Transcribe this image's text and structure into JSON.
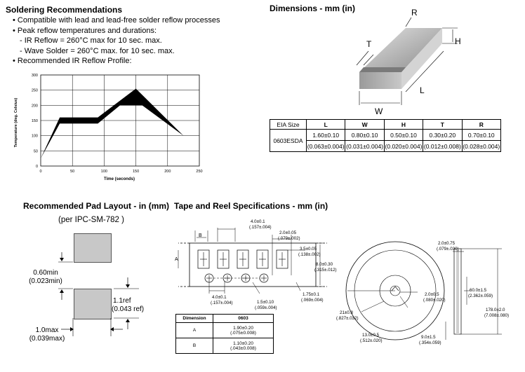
{
  "soldering": {
    "title": "Soldering Recommendations",
    "bullets": [
      "•  Compatible with lead and lead-free solder reflow processes",
      "•  Peak reflow temperatures and durations:",
      "    - IR Reflow = 260°C max for 10 sec. max.",
      "    - Wave Solder = 260°C max. for 10 sec. max.",
      "•  Recommended IR Reflow Profile:"
    ]
  },
  "chart_data": {
    "type": "area",
    "xlabel": "Time (seconds)",
    "ylabel": "Temperature (deg. Celsius)",
    "xlim": [
      0,
      250
    ],
    "ylim": [
      0,
      300
    ],
    "x_ticks": [
      "0",
      "50",
      "100",
      "150",
      "200",
      "250"
    ],
    "y_ticks": [
      "0",
      "50",
      "100",
      "150",
      "200",
      "250",
      "300"
    ],
    "upper_profile": [
      [
        0,
        25
      ],
      [
        30,
        160
      ],
      [
        90,
        160
      ],
      [
        150,
        255
      ],
      [
        225,
        100
      ]
    ],
    "lower_profile": [
      [
        0,
        25
      ],
      [
        30,
        140
      ],
      [
        90,
        140
      ],
      [
        125,
        200
      ],
      [
        160,
        200
      ],
      [
        225,
        100
      ]
    ]
  },
  "dimensions": {
    "title": "Dimensions - mm (in)",
    "labels": {
      "R": "R",
      "T": "T",
      "H": "H",
      "L": "L",
      "W": "W"
    },
    "table": {
      "headers": [
        "EIA Size",
        "L",
        "W",
        "H",
        "T",
        "R"
      ],
      "size": "0603ESDA",
      "metric": [
        "1.60±0.10",
        "0.80±0.10",
        "0.50±0.10",
        "0.30±0.20",
        "0.70±0.10"
      ],
      "inch": [
        "(0.063±0.004)",
        "(0.031±0.004)",
        "(0.020±0.004)",
        "(0.012±0.008)",
        "(0.028±0.004)"
      ]
    }
  },
  "pad": {
    "title": "Recommended Pad Layout - in (mm)",
    "subtitle": "(per IPC-SM-782 )",
    "gap_mm": "0.60min",
    "gap_in": "(0.023min)",
    "ref_mm": "1.1ref",
    "ref_in": "(0.043 ref)",
    "width_mm": "1.0max",
    "width_in": "(0.039max)"
  },
  "tape": {
    "title": "Tape and Reel Specifications - mm (in)",
    "labels": {
      "A": "A",
      "B": "B",
      "d1": "4.0±0.1",
      "d1i": "(.157±.004)",
      "d2": "2.0±0.05",
      "d2i": "(.079±.002)",
      "d3": "3.5±0.05",
      "d3i": "(.138±.002)",
      "d4": "8.0±0.30",
      "d4i": "(.315±.012)",
      "d5": "1.75±0.1",
      "d5i": "(.069±.004)",
      "d6": "4.0±0.1",
      "d6i": "(.157±.004)",
      "d7": "1.5±0.10",
      "d7i": "(.059±.004)"
    },
    "table": {
      "headers": [
        "Dimension",
        "0603"
      ],
      "rows": [
        {
          "dim": "A",
          "v": "1.90±0.20",
          "vi": "(.075±0.008)"
        },
        {
          "dim": "B",
          "v": "1.10±0.20",
          "vi": "(.043±0.008)"
        }
      ]
    }
  },
  "reel": {
    "r1": "2.0±0.75",
    "r1i": "(.079±.030)",
    "r2": "60.0±1.5",
    "r2i": "(2.362±.059)",
    "r3": "178.0±2.0",
    "r3i": "(7.008±.080)",
    "r4": "2.0±0.5",
    "r4i": "(.080±.020)",
    "r5": "21±0.8",
    "r5i": "(.827±.032)",
    "r6": "13.0±0.5",
    "r6i": "(.512±.020)",
    "r7": "9.0±1.5",
    "r7i": "(.354±.059)"
  }
}
